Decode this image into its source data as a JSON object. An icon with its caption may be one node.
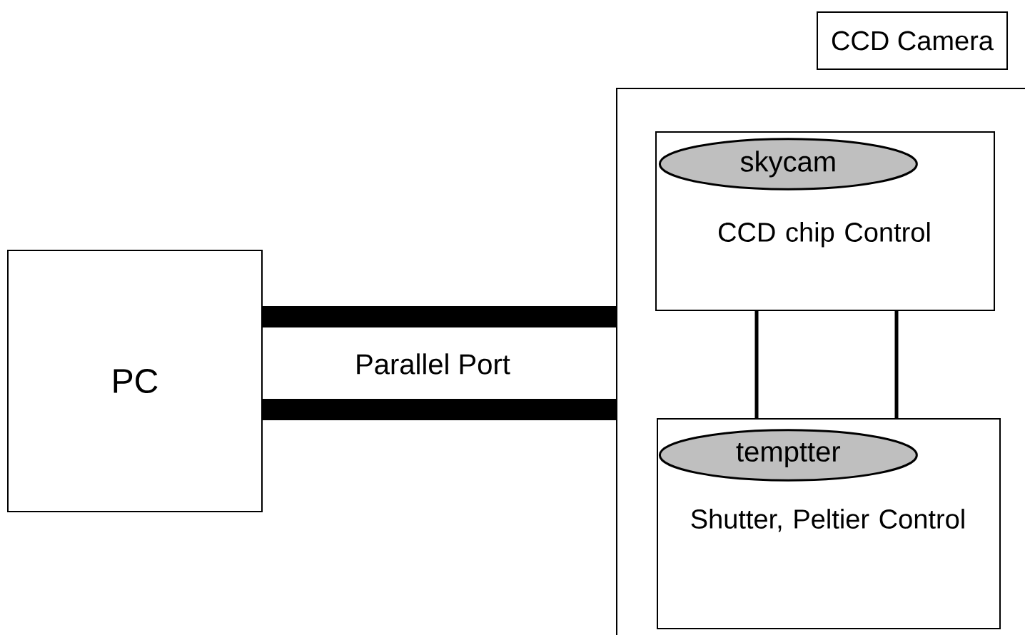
{
  "diagram": {
    "nodes": [
      {
        "text": [
          "CCD Camera"
        ]
      },
      {
        "text": [
          "PC"
        ]
      },
      {
        "text": [
          "CCD chip Control"
        ],
        "in": 0
      },
      {
        "text": [
          "skycam"
        ],
        "in": 2
      },
      {
        "text": [
          "Shutter, Peltier Control"
        ],
        "in": 0
      },
      {
        "text": [
          "temptter"
        ],
        "in": 4
      }
    ],
    "edges": [
      {
        "from": 1,
        "to": 0,
        "arrow": "none",
        "style": "thick",
        "label": "Parallel Port"
      },
      {
        "from": 1,
        "to": 0,
        "arrow": "none",
        "style": "thick"
      },
      {
        "from": 2,
        "to": 4,
        "arrow": "none"
      },
      {
        "from": 2,
        "to": 4,
        "arrow": "none"
      }
    ]
  }
}
